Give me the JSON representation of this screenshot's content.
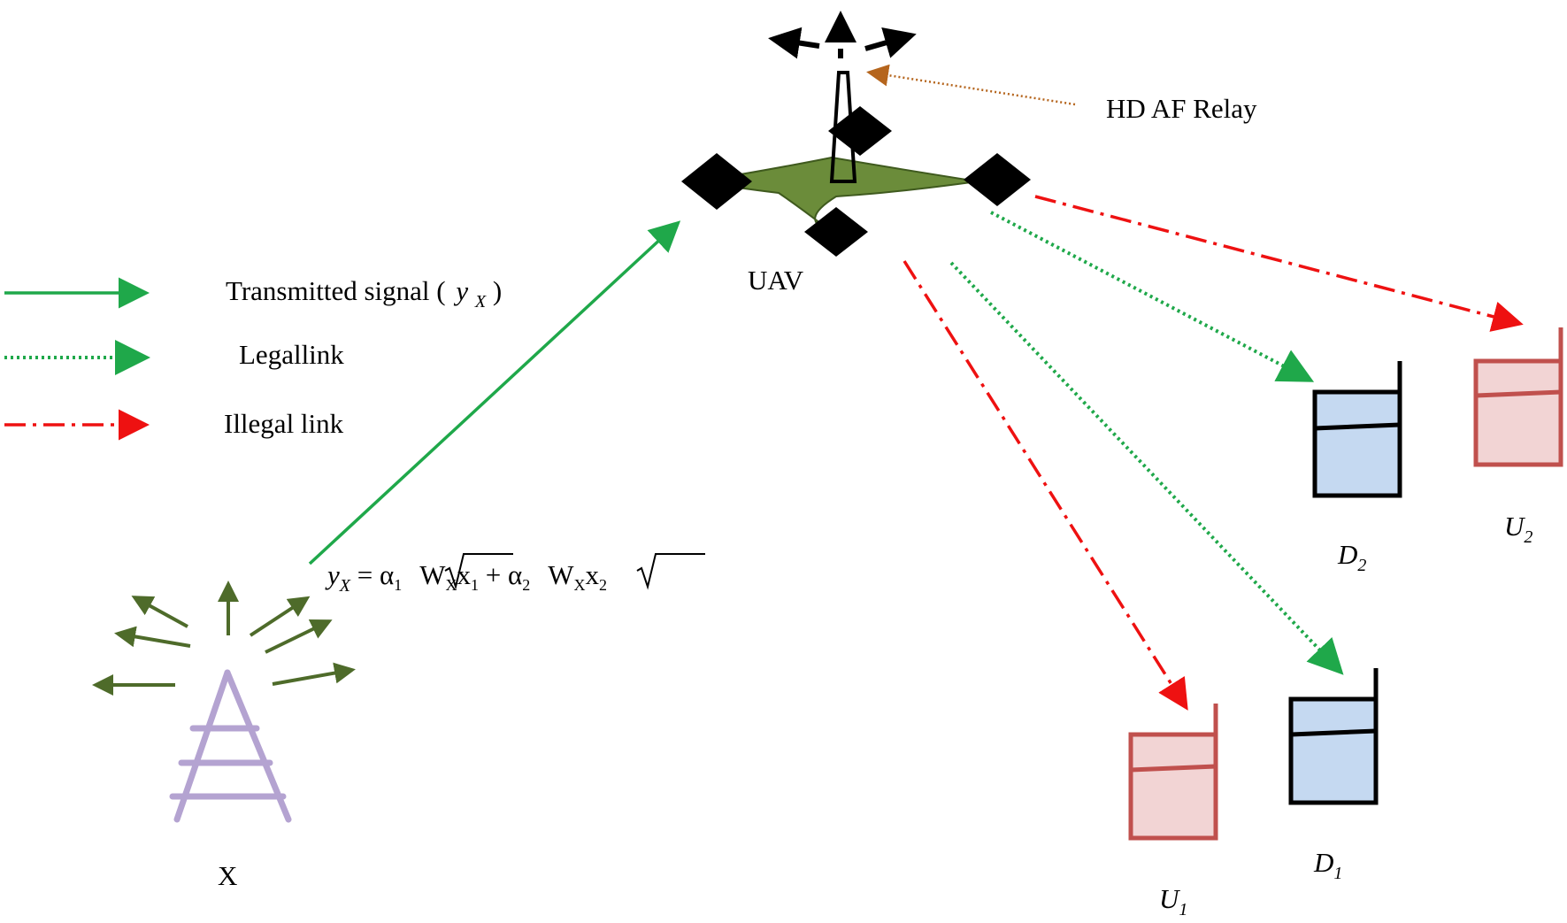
{
  "legend": {
    "transmitted": "Transmitted signal (",
    "transmitted_sym": "y",
    "transmitted_sub": "X",
    "transmitted_close": ")",
    "legal": "Legallink",
    "illegal": "Illegal link"
  },
  "labels": {
    "uav": "UAV",
    "relay": "HD AF Relay",
    "base_station": "X",
    "d1": "D",
    "d1_sub": "1",
    "d2": "D",
    "d2_sub": "2",
    "u1": "U",
    "u1_sub": "1",
    "u2": "U",
    "u2_sub": "2"
  },
  "equation": {
    "lhs": "y",
    "lhs_sub": "X",
    "eq": " = ",
    "a1": "α",
    "a1_sub": "1",
    "w1": "W",
    "w1_sub": "X",
    "x1": "x",
    "x1_sub": "1",
    "plus": " + ",
    "a2": "α",
    "a2_sub": "2",
    "w2": "W",
    "w2_sub": "X",
    "x2": "x",
    "x2_sub": "2"
  },
  "colors": {
    "transmitted": "#1fa84a",
    "legal": "#1fa84a",
    "illegal": "#ee1111",
    "relay_pointer": "#b5651d",
    "tower": "#b4a3d1",
    "broadcast_arrows": "#4e6b2a",
    "uav_body": "#6b8c3a",
    "legit_device_fill": "#c5d9f1",
    "legit_device_stroke": "#000000",
    "eaves_device_fill": "#f2d4d4",
    "eaves_device_stroke": "#c0504d"
  }
}
